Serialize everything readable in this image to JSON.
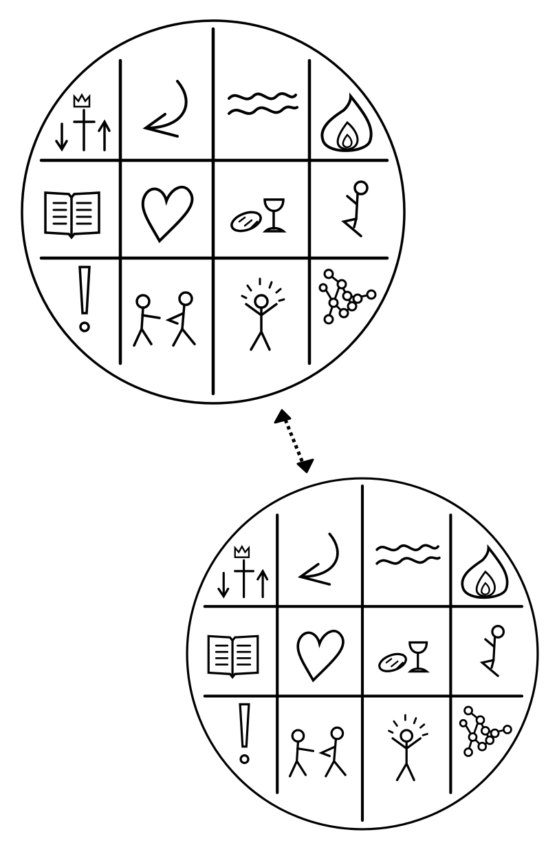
{
  "diagram": {
    "colors": {
      "stroke": "#000000",
      "background": "#ffffff"
    },
    "circles": [
      {
        "id": "top-circle",
        "grid": "3x4"
      },
      {
        "id": "bottom-circle",
        "grid": "3x4"
      }
    ],
    "icons": [
      "crown-cross-arrows-icon",
      "curved-arrow-icon",
      "water-waves-icon",
      "flame-icon",
      "open-book-icon",
      "heart-icon",
      "bread-and-cup-icon",
      "kneeling-figure-icon",
      "exclamation-icon",
      "two-figures-icon",
      "joyful-figure-icon",
      "network-icon"
    ],
    "connector": "dotted-double-arrow"
  }
}
